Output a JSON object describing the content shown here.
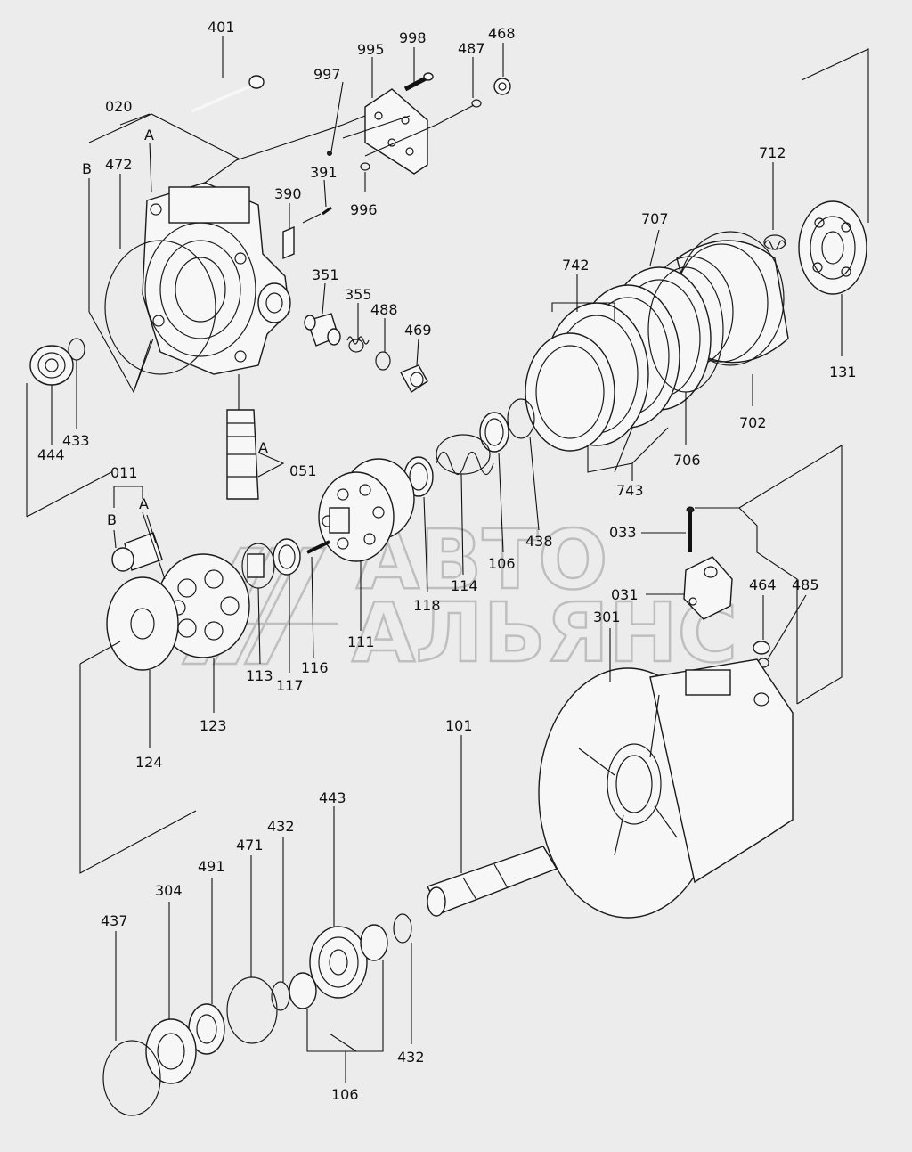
{
  "watermark": {
    "line1": "АВТО",
    "line2": "АЛЬЯНС"
  },
  "labels": {
    "p401": "401",
    "p995": "995",
    "p998": "998",
    "p487": "487",
    "p468": "468",
    "p997": "997",
    "p020": "020",
    "pA1": "A",
    "pB1": "B",
    "p472": "472",
    "p391": "391",
    "p390": "390",
    "p996": "996",
    "p712": "712",
    "p707": "707",
    "p742": "742",
    "p351": "351",
    "p355": "355",
    "p488": "488",
    "p469": "469",
    "p444": "444",
    "p433": "433",
    "p131": "131",
    "p702": "702",
    "p706": "706",
    "p743": "743",
    "p051": "051",
    "pA2": "A",
    "p011": "011",
    "pA3": "A",
    "pB3": "B",
    "p438": "438",
    "p033": "033",
    "p106a": "106",
    "p114": "114",
    "p118": "118",
    "p031": "031",
    "p464": "464",
    "p485": "485",
    "p111": "111",
    "p116": "116",
    "p117": "117",
    "p113": "113",
    "p123": "123",
    "p124": "124",
    "p301": "301",
    "p101": "101",
    "p443": "443",
    "p432a": "432",
    "p471": "471",
    "p491": "491",
    "p304": "304",
    "p437": "437",
    "p432b": "432",
    "p106b": "106"
  }
}
